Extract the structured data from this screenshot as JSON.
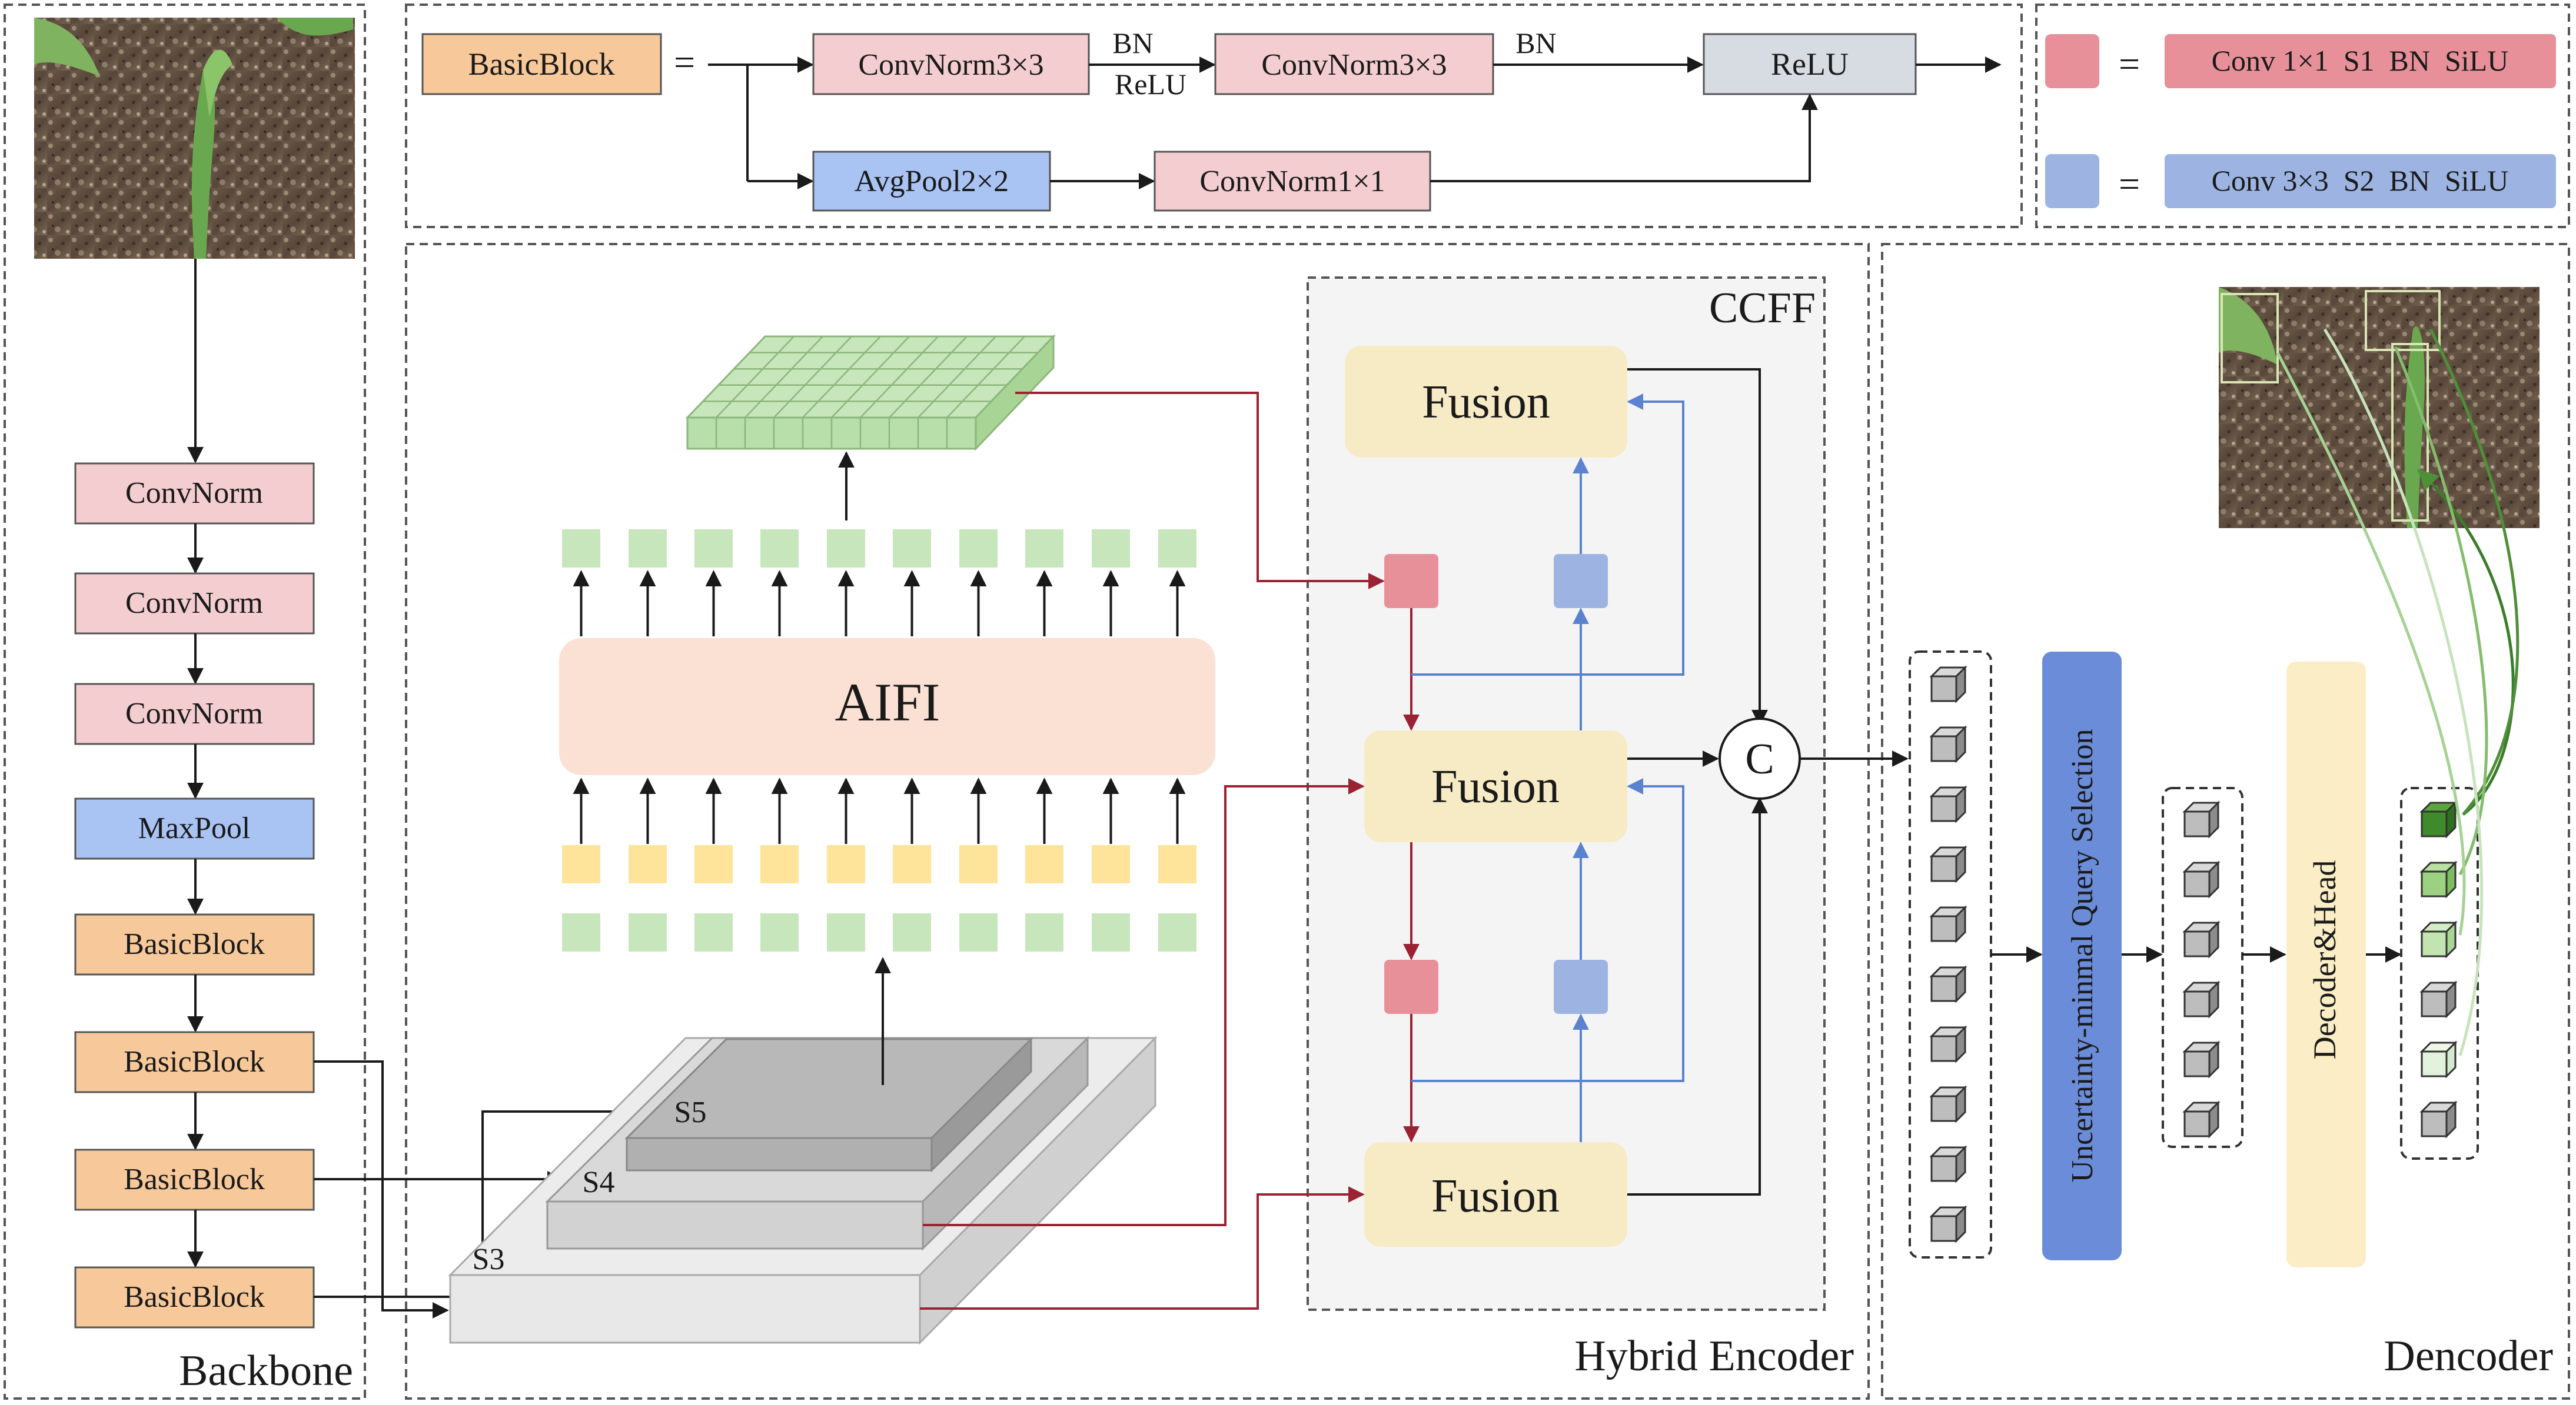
{
  "top_block": {
    "basic_block": "BasicBlock",
    "equals": "=",
    "conv1": "ConvNorm3×3",
    "bn1": "BN",
    "relu1": "ReLU",
    "conv2": "ConvNorm3×3",
    "bn2": "BN",
    "relu_box": "ReLU",
    "avgpool": "AvgPool2×2",
    "conv3": "ConvNorm1×1"
  },
  "legend": {
    "equals": "=",
    "red_label": "Conv 1×1  S1  BN  SiLU",
    "blue_label": "Conv 3×3  S2  BN  SiLU",
    "red_color": "#e8909a",
    "blue_color": "#9db4e3"
  },
  "backbone": {
    "title": "Backbone",
    "blocks": [
      "ConvNorm",
      "ConvNorm",
      "ConvNorm",
      "MaxPool",
      "BasicBlock",
      "BasicBlock",
      "BasicBlock",
      "BasicBlock"
    ]
  },
  "encoder": {
    "title": "Hybrid Encoder",
    "aifi": "AIFI",
    "s3": "S3",
    "s4": "S4",
    "s5": "S5",
    "ccff": "CCFF",
    "fusion_top": "Fusion",
    "fusion_mid": "Fusion",
    "fusion_bot": "Fusion",
    "concat": "C"
  },
  "decoder": {
    "title": "Dencoder",
    "query_selection": "Uncertainty-minmal Query Selection",
    "decoder_head": "Decoder&Head"
  },
  "colors": {
    "pink_box": "#f4cdd0",
    "orange_box": "#f7c99a",
    "blue_box": "#a9c3f3",
    "gray_box": "#d7dbe2",
    "fusion": "#f7ebc6",
    "aifi": "#fbe1d4",
    "green_token": "#c8e6bc",
    "yellow_token": "#fde49a",
    "dark_red": "#9b2233",
    "blue_line": "#5b82cf"
  }
}
